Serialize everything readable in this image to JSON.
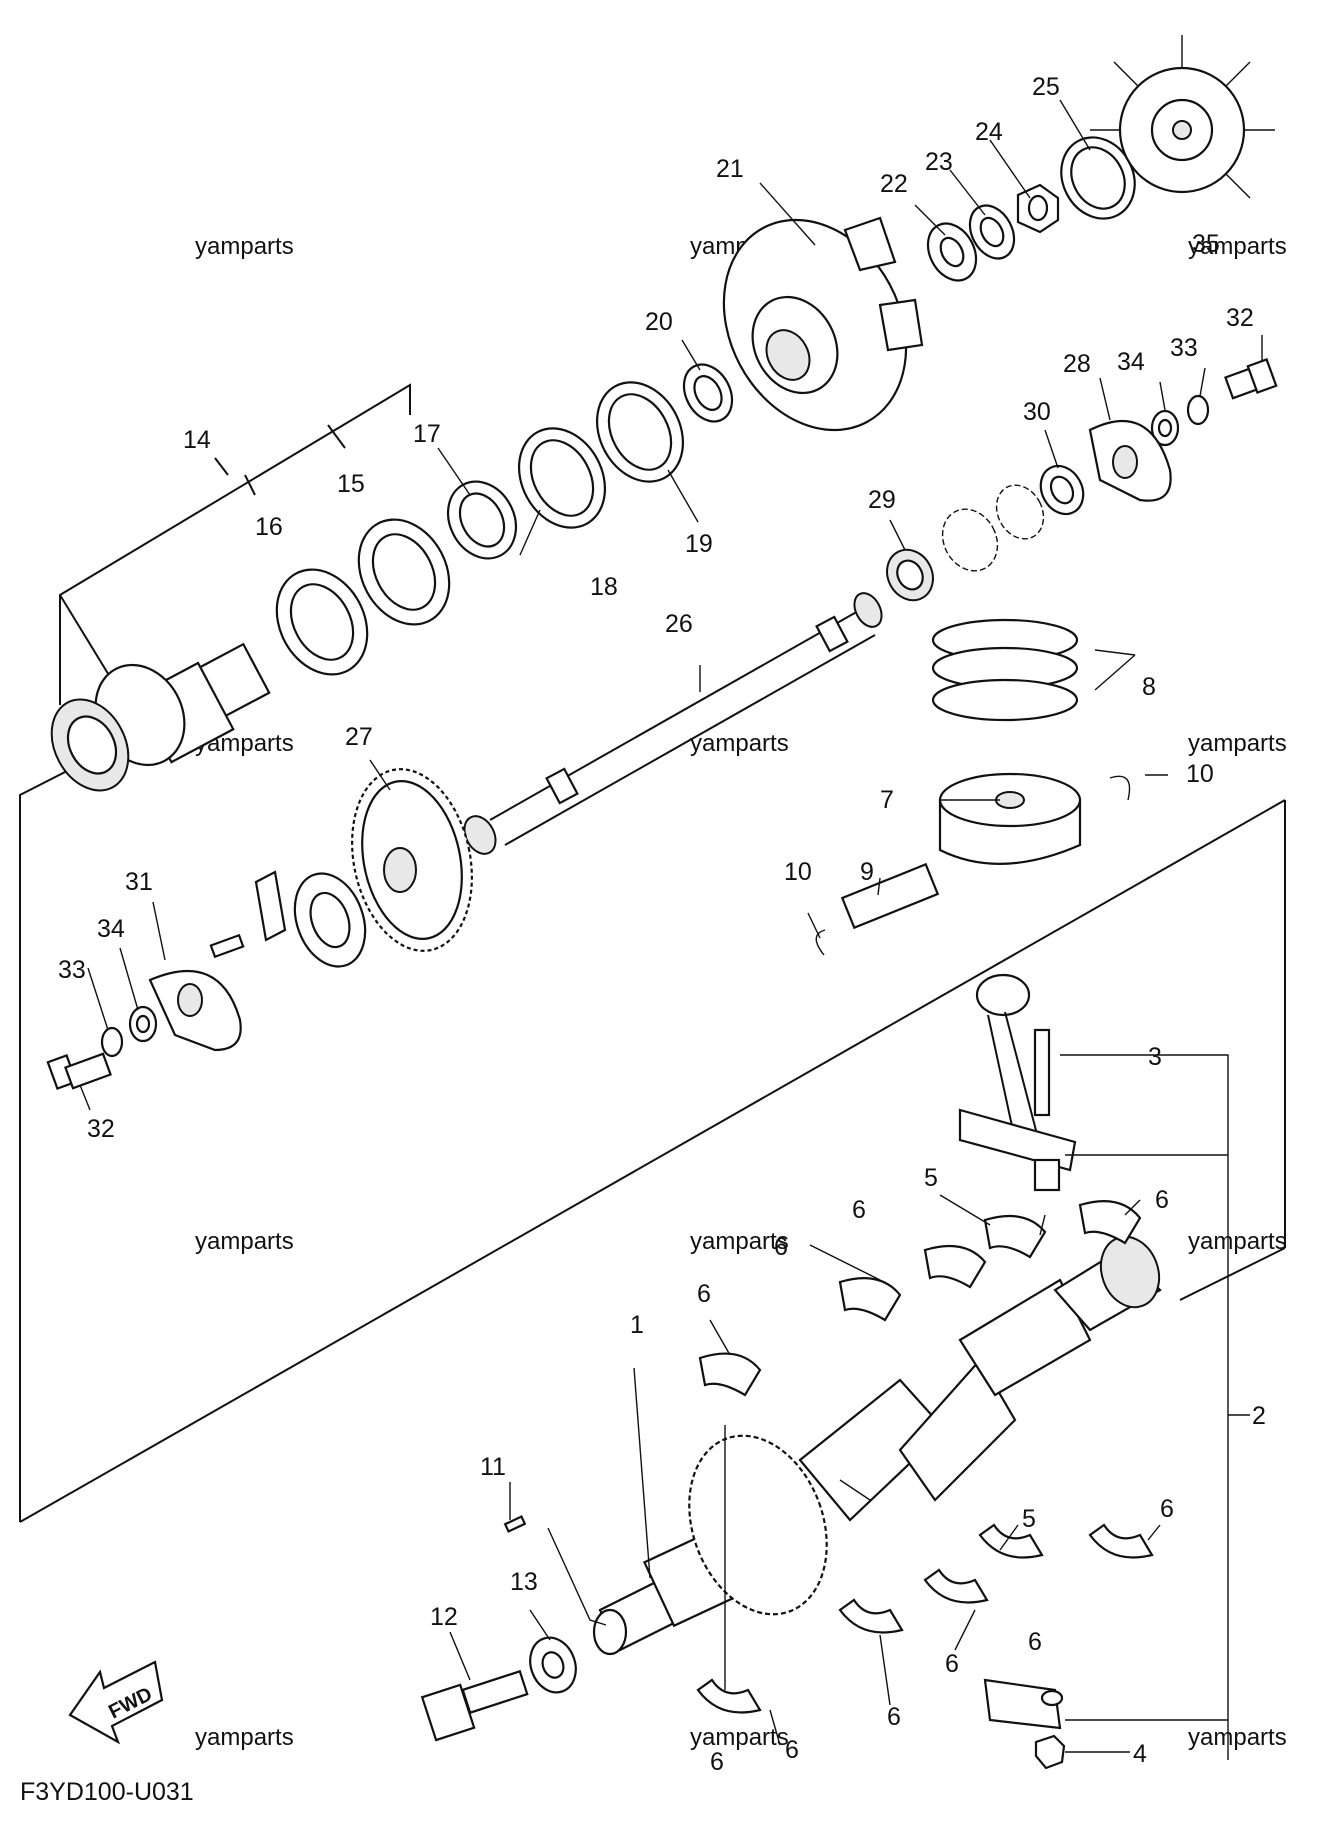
{
  "diagram": {
    "code": "F3YD100-U031",
    "fwd_label": "FWD",
    "watermark": "yamparts",
    "callouts": {
      "c1": "1",
      "c2": "2",
      "c3": "3",
      "c4": "4",
      "c5a": "5",
      "c5b": "5",
      "c6a": "6",
      "c6b": "6",
      "c6c": "6",
      "c6d": "6",
      "c6e": "6",
      "c6f": "6",
      "c6g": "6",
      "c6h": "6",
      "c6i": "6",
      "c6j": "6",
      "c7": "7",
      "c8": "8",
      "c9": "9",
      "c10a": "10",
      "c10b": "10",
      "c11": "11",
      "c12": "12",
      "c13": "13",
      "c14": "14",
      "c15": "15",
      "c16": "16",
      "c17": "17",
      "c18": "18",
      "c19": "19",
      "c20": "20",
      "c21": "21",
      "c22": "22",
      "c23": "23",
      "c24": "24",
      "c25": "25",
      "c26": "26",
      "c27": "27",
      "c28": "28",
      "c29": "29",
      "c30": "30",
      "c31": "31",
      "c32a": "32",
      "c32b": "32",
      "c33a": "33",
      "c33b": "33",
      "c34a": "34",
      "c34b": "34",
      "c35": "35"
    }
  }
}
